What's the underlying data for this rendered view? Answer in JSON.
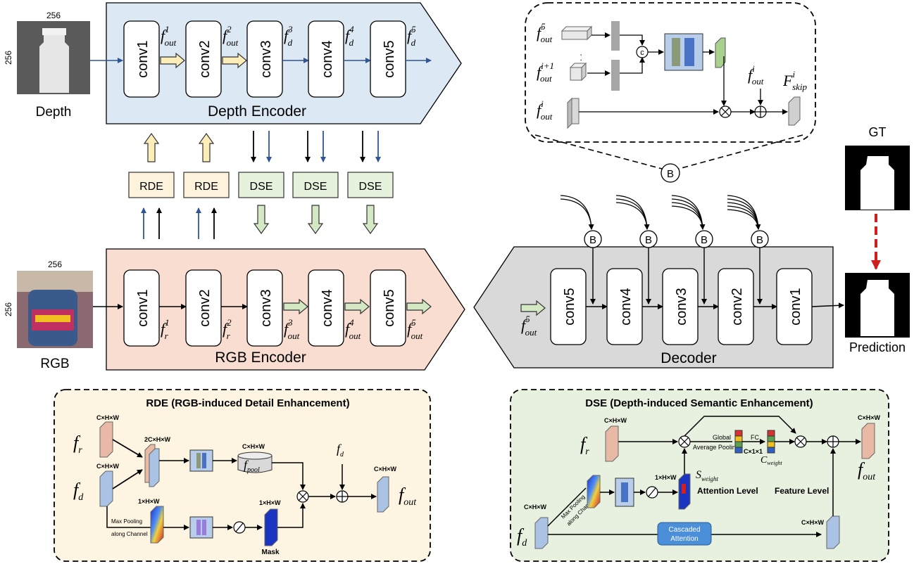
{
  "top_left": {
    "depth_size_top": "256",
    "depth_size_side": "256",
    "depth_label": "Depth",
    "rgb_size_top": "256",
    "rgb_size_side": "256",
    "rgb_label": "RGB"
  },
  "depth_encoder": {
    "title": "Depth Encoder",
    "blocks": [
      "conv1",
      "conv2",
      "conv3",
      "conv4",
      "conv5"
    ],
    "features": [
      {
        "base": "f",
        "sub": "out",
        "sup": "1"
      },
      {
        "base": "f",
        "sub": "out",
        "sup": "2"
      },
      {
        "base": "f",
        "sub": "d",
        "sup": "3"
      },
      {
        "base": "f",
        "sub": "d",
        "sup": "4"
      },
      {
        "base": "f",
        "sub": "d",
        "sup": "5"
      }
    ]
  },
  "rgb_encoder": {
    "title": "RGB Encoder",
    "blocks": [
      "conv1",
      "conv2",
      "conv3",
      "conv4",
      "conv5"
    ],
    "features": [
      {
        "base": "f",
        "sub": "r",
        "sup": "1"
      },
      {
        "base": "f",
        "sub": "r",
        "sup": "2"
      },
      {
        "base": "f",
        "sub": "out",
        "sup": "3"
      },
      {
        "base": "f",
        "sub": "out",
        "sup": "4"
      },
      {
        "base": "f",
        "sub": "out",
        "sup": "5"
      }
    ]
  },
  "middle_modules": [
    "RDE",
    "RDE",
    "DSE",
    "DSE",
    "DSE"
  ],
  "decoder": {
    "title": "Decoder",
    "blocks": [
      "conv5",
      "conv4",
      "conv3",
      "conv2",
      "conv1"
    ],
    "input_feature": {
      "base": "f",
      "sub": "out",
      "sup": "5"
    },
    "b_label": "B"
  },
  "outputs": {
    "gt_label": "GT",
    "prediction_label": "Prediction"
  },
  "b_detail": {
    "inputs": [
      {
        "base": "f",
        "sub": "out",
        "sup": "5"
      },
      {
        "base": "f",
        "sub": "out",
        "sup": "i+1"
      },
      {
        "base": "f",
        "sub": "out",
        "sup": "i"
      }
    ],
    "concat_label": "c",
    "mid_feature": {
      "base": "f",
      "sub": "out",
      "sup": "i"
    },
    "output_feature": {
      "base": "F",
      "sub": "skip",
      "sup": "i"
    },
    "ellipsis": "·  ·  ·",
    "b_label": "B"
  },
  "rde_panel": {
    "title": "RDE (RGB-induced Detail Enhancement)",
    "fr": {
      "base": "f",
      "sub": "r"
    },
    "fd": {
      "base": "f",
      "sub": "d"
    },
    "fd_top": {
      "base": "f",
      "sub": "d"
    },
    "fout": {
      "base": "f",
      "sub": "out"
    },
    "fpool": {
      "base": "f",
      "sub": "pool"
    },
    "dims": {
      "fr": "C×H×W",
      "fd": "C×H×W",
      "concat": "2C×H×W",
      "pool": "C×H×W",
      "maxpool": "1×H×W",
      "mask": "1×H×W",
      "out": "C×H×W"
    },
    "maxpool_label_1": "Max Pooling",
    "maxpool_label_2": "along Channel",
    "mask_label": "Mask"
  },
  "dse_panel": {
    "title": "DSE (Depth-induced Semantic Enhancement)",
    "fr": {
      "base": "f",
      "sub": "r"
    },
    "fd": {
      "base": "f",
      "sub": "d"
    },
    "fout": {
      "base": "f",
      "sub": "out"
    },
    "sweight": {
      "base": "S",
      "sub": "weight"
    },
    "cweight": {
      "base": "C",
      "sub": "weight"
    },
    "dims": {
      "fr": "C×H×W",
      "fd": "C×H×W",
      "sw": "1×H×W",
      "fc": "C×1×1",
      "out": "C×H×W",
      "feat": "C×H×W"
    },
    "gap_label_1": "Global",
    "gap_label_2": "Average Pooling",
    "fc_label": "FC",
    "attention_level": "Attention Level",
    "feature_level": "Feature Level",
    "maxpool_label_1": "Max Pooling",
    "maxpool_label_2": "along Channel",
    "cascaded_1": "Cascaded",
    "cascaded_2": "Attention"
  },
  "colors": {
    "depth_encoder_bg": "#dce9f5",
    "rgb_encoder_bg": "#f9ddd0",
    "decoder_bg": "#d9d9d9",
    "rde_bg": "#fdf5e2",
    "dse_bg": "#e8f1e0",
    "rde_box": "#fdf3dc",
    "dse_box": "#e7f2dc",
    "blue_arrow": "#2f5597",
    "red_dash": "#d11f1f"
  }
}
